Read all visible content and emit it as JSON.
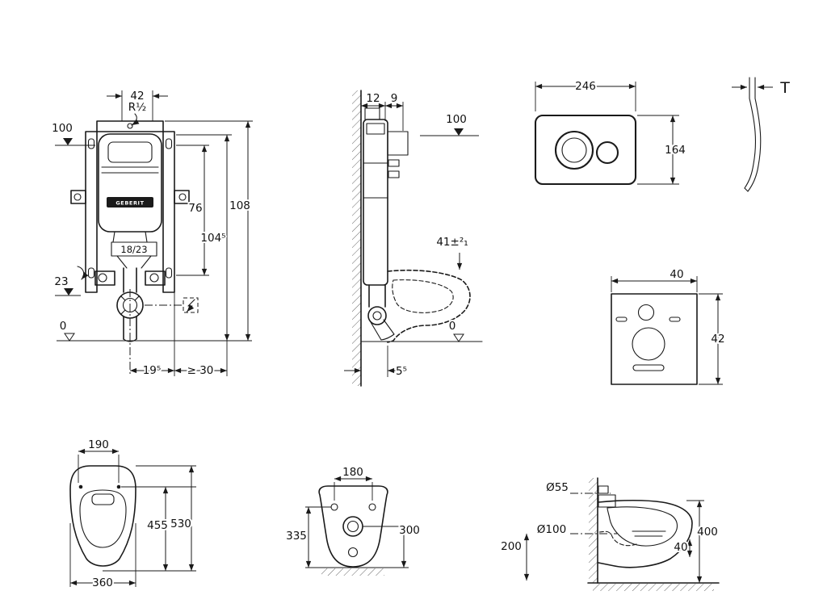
{
  "sheet": {
    "background": "#ffffff",
    "line_color": "#1a1a1a"
  },
  "cistern_front": {
    "brand": "GEBERIT",
    "dims": {
      "top_width": "42",
      "water_thread": "R½",
      "top_level": "100",
      "tank_height": "76",
      "install_height": "104⁵",
      "frame_height": "108",
      "outlet_range": "18/23",
      "outlet_level": "23",
      "zero_level": "0",
      "outlet_offset": "19⁵",
      "side_clearance": "≥ 30"
    }
  },
  "cistern_side": {
    "dims": {
      "frame_depth": "12",
      "plate_depth": "9",
      "top_level": "100",
      "bowl_height": "41±²₁",
      "zero_level": "0",
      "wall_offset": "5⁵"
    }
  },
  "flush_plate": {
    "dims": {
      "width": "246",
      "height": "164"
    }
  },
  "flush_plate_profile": {
    "dims": {
      "thickness": "T"
    }
  },
  "sound_insulation": {
    "dims": {
      "width": "40",
      "height": "42"
    }
  },
  "toilet_top": {
    "dims": {
      "hinge_spacing": "190",
      "bowl_depth": "455",
      "total_depth": "530",
      "width": "360"
    }
  },
  "toilet_rear": {
    "dims": {
      "hole_spacing": "180",
      "left_height": "335",
      "right_height": "300"
    }
  },
  "toilet_side": {
    "dims": {
      "inlet": "Ø55",
      "outlet": "Ø100",
      "outlet_height": "200",
      "rim_height": "400",
      "detail": "40"
    }
  }
}
